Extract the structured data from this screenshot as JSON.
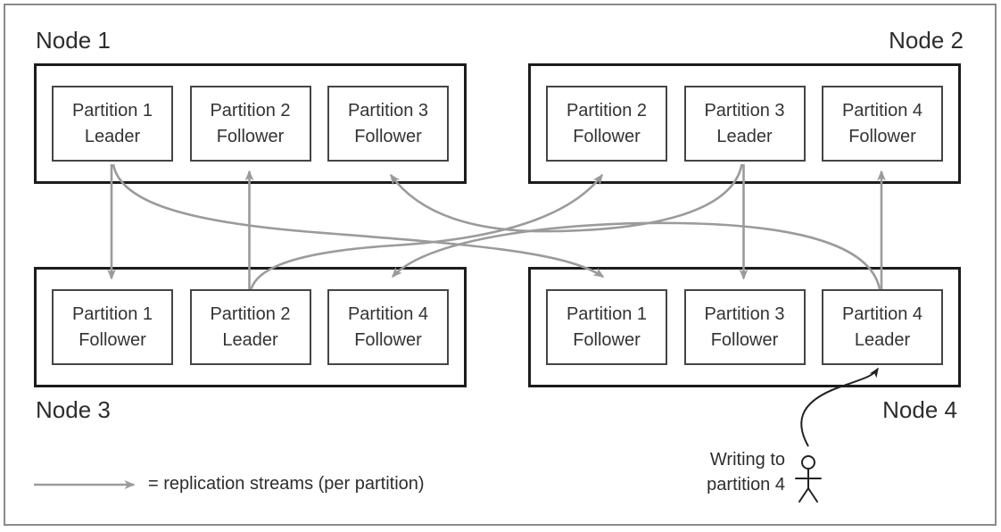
{
  "diagram": {
    "nodes": [
      {
        "label": "Node 1",
        "partitions": [
          {
            "name": "Partition 1",
            "role": "Leader"
          },
          {
            "name": "Partition 2",
            "role": "Follower"
          },
          {
            "name": "Partition 3",
            "role": "Follower"
          }
        ]
      },
      {
        "label": "Node 2",
        "partitions": [
          {
            "name": "Partition 2",
            "role": "Follower"
          },
          {
            "name": "Partition 3",
            "role": "Leader"
          },
          {
            "name": "Partition 4",
            "role": "Follower"
          }
        ]
      },
      {
        "label": "Node 3",
        "partitions": [
          {
            "name": "Partition 1",
            "role": "Follower"
          },
          {
            "name": "Partition 2",
            "role": "Leader"
          },
          {
            "name": "Partition 4",
            "role": "Follower"
          }
        ]
      },
      {
        "label": "Node 4",
        "partitions": [
          {
            "name": "Partition 1",
            "role": "Follower"
          },
          {
            "name": "Partition 3",
            "role": "Follower"
          },
          {
            "name": "Partition 4",
            "role": "Leader"
          }
        ]
      }
    ],
    "legend": {
      "text": "= replication streams (per partition)"
    },
    "annotation": {
      "line1": "Writing to",
      "line2": "partition 4"
    },
    "colors": {
      "replication_stream": "#9b9b9b",
      "write_arrow": "#222222",
      "node_border": "#1c1c1c",
      "partition_border": "#454545",
      "text": "#2d2d2d",
      "outer_frame": "#8a8a8a",
      "background": "#ffffff"
    }
  }
}
